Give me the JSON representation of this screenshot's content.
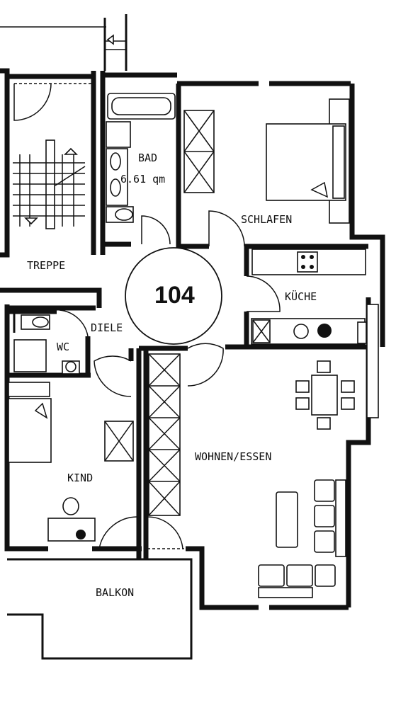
{
  "rooms": {
    "bad": "BAD",
    "bad_area": "6.61 qm",
    "schlafen": "SCHLAFEN",
    "treppe": "TREPPE",
    "kueche": "KÜCHE",
    "diele": "DIELE",
    "wc": "WC",
    "kind": "KIND",
    "wohnen": "WOHNEN/ESSEN",
    "balkon": "BALKON"
  },
  "unit_number": "104"
}
